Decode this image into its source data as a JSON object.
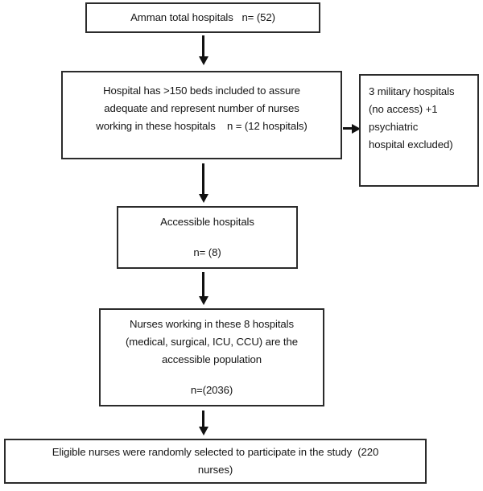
{
  "figure": {
    "type": "flowchart",
    "title": "Study sampling flow diagram",
    "orientation": "top-to-bottom",
    "colors": {
      "box_border": "#2b2b2b",
      "box_fill": "#ffffff",
      "text": "#161616",
      "connector": "#111111"
    }
  },
  "nodes": {
    "total_hospitals": {
      "id": "node-total",
      "lines": [
        "Amman total hospitals   n= (52)"
      ],
      "align": "center"
    },
    "inclusion_criteria": {
      "id": "node-criteria",
      "lines": [
        "Hospital has >150 beds included to assure",
        "adequate and represent number of nurses",
        "working in these hospitals    n = (12 hospitals)"
      ],
      "align": "center"
    },
    "excluded": {
      "id": "node-excluded",
      "lines": [
        "3 military hospitals",
        "(no access) +1",
        "psychiatric",
        "hospital excluded)"
      ],
      "align": "left"
    },
    "accessible_hospitals": {
      "id": "node-accessible",
      "lines": [
        "Accessible hospitals",
        "",
        "n= (8)"
      ],
      "align": "center"
    },
    "accessible_population": {
      "id": "node-population",
      "lines": [
        "Nurses working in these 8 hospitals",
        "(medical, surgical, ICU, CCU) are the",
        "accessible population",
        "",
        "n=(2036)"
      ],
      "align": "center"
    },
    "eligible_sample": {
      "id": "node-eligible",
      "lines": [
        "Eligible nurses were randomly selected to participate in the study  (220",
        "nurses)"
      ],
      "align": "center"
    }
  },
  "counts": {
    "total_hospitals": 52,
    "hospitals_meeting_criteria": 12,
    "military_hospitals_excluded": 3,
    "psychiatric_hospitals_excluded": 1,
    "accessible_hospitals": 8,
    "accessible_population_nurses": 2036,
    "selected_sample_nurses": 220
  },
  "connectors": [
    {
      "name": "total-to-criteria",
      "from": "total_hospitals",
      "to": "inclusion_criteria",
      "direction": "down"
    },
    {
      "name": "criteria-to-excluded",
      "from": "inclusion_criteria",
      "to": "excluded",
      "direction": "right"
    },
    {
      "name": "criteria-to-accessible",
      "from": "inclusion_criteria",
      "to": "accessible_hospitals",
      "direction": "down"
    },
    {
      "name": "accessible-to-population",
      "from": "accessible_hospitals",
      "to": "accessible_population",
      "direction": "down"
    },
    {
      "name": "population-to-eligible",
      "from": "accessible_population",
      "to": "eligible_sample",
      "direction": "down"
    }
  ]
}
